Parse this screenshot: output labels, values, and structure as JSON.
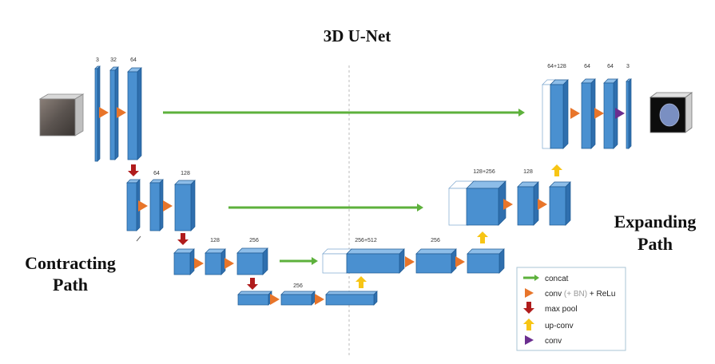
{
  "title": "3D U-Net",
  "contracting_label": [
    "Contracting",
    "Path"
  ],
  "expanding_label": [
    "Expanding",
    "Path"
  ],
  "channels": {
    "level1_in": "3",
    "level1_a": "32",
    "level1_b": "64",
    "level2_a": "64",
    "level2_b": "128",
    "level3_a": "128",
    "level3_b": "256",
    "level4": "256",
    "dec3_concat": "256+512",
    "dec3_out": "256",
    "dec2_concat": "128+256",
    "dec2_out": "128",
    "dec1_concat": "64+128",
    "dec1_a": "64",
    "dec1_b": "64",
    "dec1_out": "3"
  },
  "legend": {
    "concat": "concat",
    "conv_pre": "conv ",
    "conv_bn": "(+ BN)",
    "conv_post": " + ReLu",
    "maxpool": "max pool",
    "upconv": "up-conv",
    "conv": "conv"
  },
  "colors": {
    "block_front": "#4a90d0",
    "block_top": "#8dbde8",
    "block_side": "#2f6fae",
    "block_edge": "#1f5a93",
    "concat_arrow": "#5db13c",
    "conv_arrow": "#e8752a",
    "maxpool_arrow": "#b01c1c",
    "upconv_arrow": "#f7c515",
    "final_conv_arrow": "#6b2e8f",
    "legend_border": "#a9c4d6"
  },
  "icons": {
    "input_volume": "grey-3d-volume-icon",
    "output_volume": "segmentation-volume-icon"
  }
}
